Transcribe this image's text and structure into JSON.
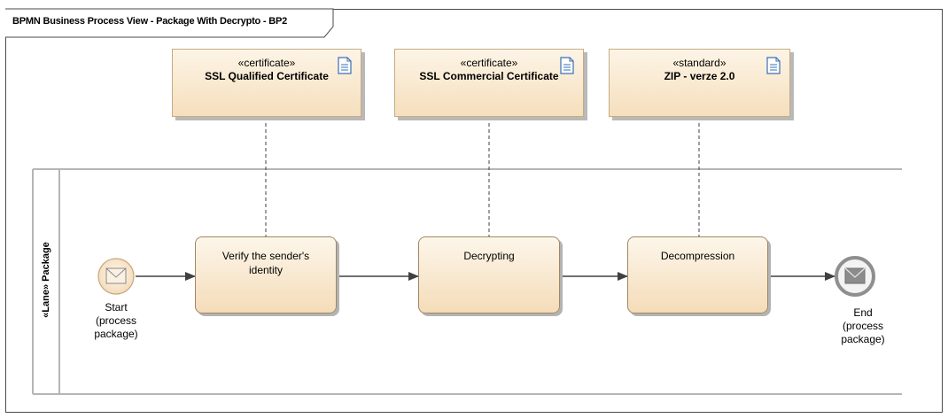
{
  "diagram": {
    "title": "BPMN Business Process View - Package With Decrypto - BP2"
  },
  "artifacts": [
    {
      "stereotype": "«certificate»",
      "name": "SSL Qualified Certificate",
      "icon": "document-icon"
    },
    {
      "stereotype": "«certificate»",
      "name": "SSL Commercial Certificate",
      "icon": "document-icon"
    },
    {
      "stereotype": "«standard»",
      "name": "ZIP - verze 2.0",
      "icon": "document-icon"
    }
  ],
  "lane": {
    "label": "«Lane» Package"
  },
  "events": {
    "start": {
      "label_lines": [
        "Start",
        "(process",
        "package)"
      ],
      "icon": "envelope-icon"
    },
    "end": {
      "label_lines": [
        "End",
        "(process",
        "package)"
      ],
      "icon": "envelope-filled-icon"
    }
  },
  "tasks": [
    {
      "label_lines": [
        "Verify the sender's",
        "identity"
      ]
    },
    {
      "label_lines": [
        "Decrypting"
      ]
    },
    {
      "label_lines": [
        "Decompression"
      ]
    }
  ],
  "colors": {
    "element_fill_top": "#fdf4e6",
    "element_fill_bottom": "#f5dfbd",
    "border": "#a08762",
    "lane_line": "#b5b5b5",
    "flow": "#404040"
  }
}
